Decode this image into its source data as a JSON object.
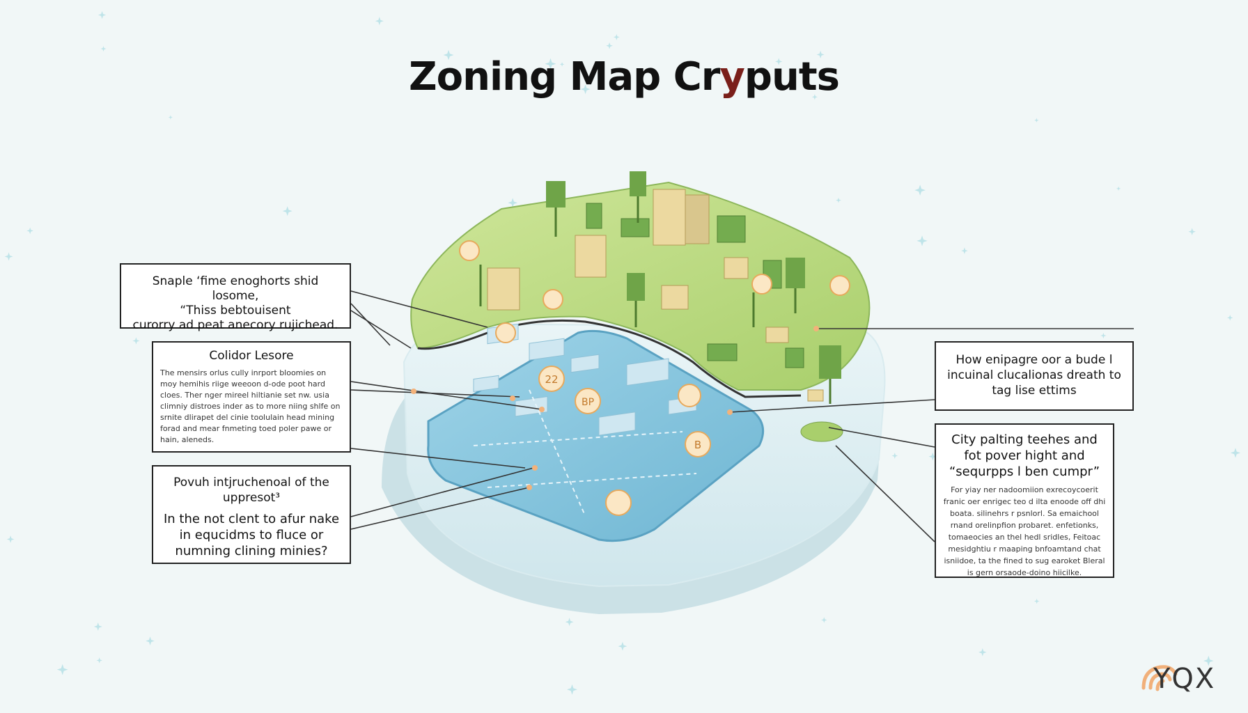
{
  "title": {
    "main": "Zoning Map  Cr",
    "accent": "y",
    "rest": "puts"
  },
  "callouts": {
    "c1": {
      "line1": "Snaple ‘fime enoghorts shid losome,",
      "line2": "“Thiss bebtouisent",
      "line3": "curorry ad peat anecory rujichead."
    },
    "c2": {
      "head": "Colidor Lesore",
      "body": "The mensirs orlus cully inrport bloomies on moy hemihis riige weeoon d-ode poot hard cloes. Ther nger mireel hiltianie set nw. usia climniy distroes inder as to more niing shlfe on srnite dlirapet del cinie toolulain head mining forad and mear fnmeting toed poler pawe or hain, aleneds."
    },
    "c3": {
      "head": "Povuh intjruchenoal of the uppresot³",
      "head2": "In the not clent to afur nake in equcidms to fluce or numning clining minies?"
    },
    "c4": {
      "head": "How enipagre oor a bude l incuinal clucalionas dreath to tag lise ettims"
    },
    "c5": {
      "head": "City palting teehes and fot pover hight and “sequrpps l ben cumpr”",
      "body": "For yiay ner nadoomiion exrecoycoerit franic oer enrigec teo d ilta enoode off dhi boata. silinehrs r psnlorl. Sa emaichool rnand orelinpfion probaret. enfetionks, tomaeocies an thel hedl sridles, Feitoac mesidghtiu r maaping bnfoamtand chat isniidoe, ta the fined to sug earoket Bleral is gern orsaode-doino hiicilke."
    }
  },
  "map_badges": [
    "22",
    "BP",
    "B"
  ],
  "logo": {
    "text": "YQX"
  },
  "colors": {
    "background": "#f1f7f7",
    "land": "#b9d97e",
    "water": "#7fc3dc",
    "building": "#e9d9a4",
    "tree": "#6fa448",
    "accent": "#e8a95c",
    "title_accent": "#7a1f1a"
  }
}
